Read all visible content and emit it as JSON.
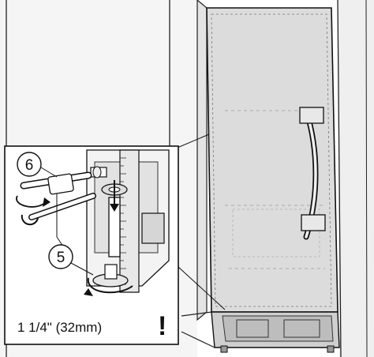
{
  "figure": {
    "callouts": [
      {
        "id": "6",
        "label": "6"
      },
      {
        "id": "5",
        "label": "5"
      }
    ],
    "dimension": {
      "text": "1 1/4\" (32mm)",
      "emphasis": "!"
    },
    "colors": {
      "line": "#1a1a1a",
      "door_fill": "#d9d9d9",
      "cabinet_fill": "#f2f2f2",
      "inset_fill": "#ffffff"
    }
  }
}
